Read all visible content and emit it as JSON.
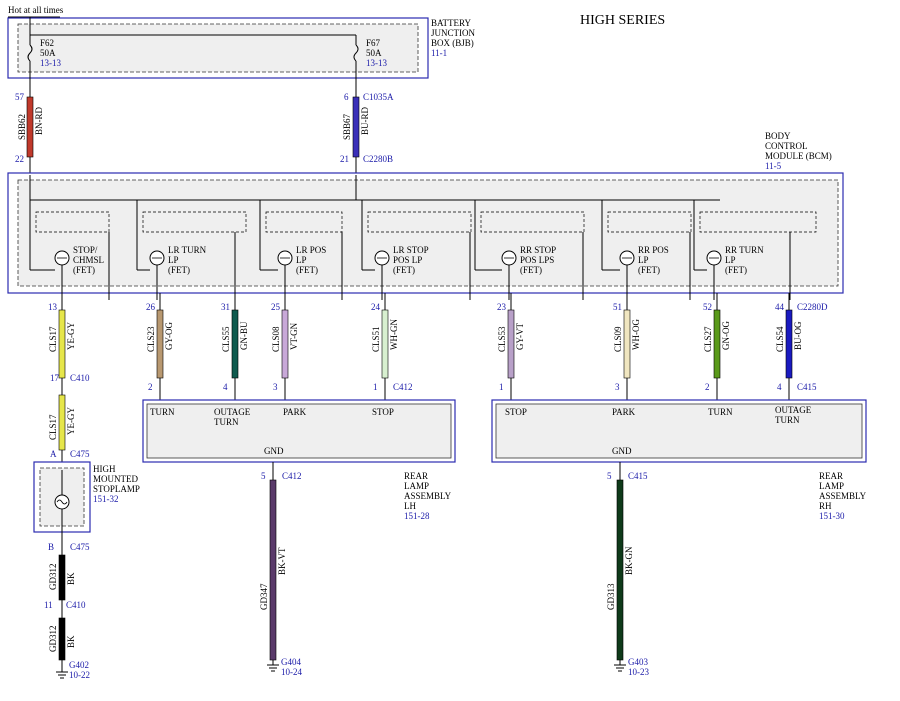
{
  "title": "HIGH SERIES",
  "hot_label": "Hot at all times",
  "bjb": {
    "name": [
      "BATTERY",
      "JUNCTION",
      "BOX (BJB)"
    ],
    "ref": "11-1",
    "fuses": [
      {
        "id": "F62",
        "amps": "50A",
        "ref": "13-13"
      },
      {
        "id": "F67",
        "amps": "50A",
        "ref": "13-13"
      }
    ]
  },
  "feeds": [
    {
      "pin_top": "57",
      "circuit": "SBB62",
      "color": "BN-RD",
      "pin_bottom": "22",
      "conn_top": "",
      "conn_bottom": ""
    },
    {
      "pin_top": "6",
      "circuit": "SBB67",
      "color": "BU-RD",
      "pin_bottom": "21",
      "conn_top": "C1035A",
      "conn_bottom": "C2280B"
    }
  ],
  "bcm": {
    "name": [
      "BODY",
      "CONTROL",
      "MODULE (BCM)"
    ],
    "ref": "11-5",
    "outputs": [
      {
        "lines": [
          "STOP/",
          "CHMSL",
          "(FET)"
        ]
      },
      {
        "lines": [
          "LR TURN",
          "LP",
          "(FET)"
        ]
      },
      {
        "lines": [
          "LR POS",
          "LP",
          "(FET)"
        ]
      },
      {
        "lines": [
          "LR STOP",
          "POS LP",
          "(FET)"
        ]
      },
      {
        "lines": [
          "RR STOP",
          "POS LPS",
          "(FET)"
        ]
      },
      {
        "lines": [
          "RR POS",
          "LP",
          "(FET)"
        ]
      },
      {
        "lines": [
          "RR TURN",
          "LP",
          "(FET)"
        ]
      }
    ]
  },
  "bcm_wires": [
    {
      "pin": "13",
      "circuit": "CLS17",
      "color": "YE-GY",
      "dest_pin": "17",
      "dest_conn": "C410"
    },
    {
      "pin": "26",
      "circuit": "CLS23",
      "color": "GY-OG",
      "dest_pin": "2",
      "dest_conn": ""
    },
    {
      "pin": "31",
      "circuit": "CLS55",
      "color": "GN-BU",
      "dest_pin": "4",
      "dest_conn": ""
    },
    {
      "pin": "25",
      "circuit": "CLS08",
      "color": "VT-GN",
      "dest_pin": "3",
      "dest_conn": ""
    },
    {
      "pin": "24",
      "circuit": "CLS51",
      "color": "WH-GN",
      "dest_pin": "1",
      "dest_conn": "C412"
    },
    {
      "pin": "23",
      "circuit": "CLS53",
      "color": "GY-VT",
      "dest_pin": "1",
      "dest_conn": ""
    },
    {
      "pin": "51",
      "circuit": "CLS09",
      "color": "WH-OG",
      "dest_pin": "3",
      "dest_conn": ""
    },
    {
      "pin": "52",
      "circuit": "CLS27",
      "color": "GN-OG",
      "dest_pin": "2",
      "dest_conn": ""
    },
    {
      "pin": "44",
      "circuit": "CLS54",
      "color": "BU-OG",
      "dest_pin": "4",
      "dest_conn": "C415"
    }
  ],
  "bcm_connector": "C2280D",
  "chmsl_path": {
    "seg2_circuit": "CLS17",
    "seg2_color": "YE-GY",
    "pin_a": "A",
    "conn_a": "C475",
    "lamp_name": [
      "HIGH",
      "MOUNTED",
      "STOPLAMP"
    ],
    "lamp_ref": "151-32",
    "pin_b": "B",
    "conn_b": "C475",
    "gnd1_circuit": "GD312",
    "gnd1_color": "BK",
    "pin_11": "11",
    "conn_11": "C410",
    "gnd2_circuit": "GD312",
    "gnd2_color": "BK",
    "ground": "G402",
    "ground_ref": "10-22"
  },
  "lamp_lh": {
    "terms": [
      "TURN",
      "OUTAGE",
      "TURN",
      "PARK",
      "STOP",
      "GND"
    ],
    "name": [
      "REAR",
      "LAMP",
      "ASSEMBLY",
      "LH"
    ],
    "ref": "151-28",
    "gnd_pin": "5",
    "gnd_conn": "C412",
    "gnd_circuit": "GD347",
    "gnd_color": "BK-VT",
    "ground": "G404",
    "ground_ref": "10-24"
  },
  "lamp_rh": {
    "terms": [
      "STOP",
      "PARK",
      "TURN",
      "OUTAGE",
      "TURN",
      "GND"
    ],
    "name": [
      "REAR",
      "LAMP",
      "ASSEMBLY",
      "RH"
    ],
    "ref": "151-30",
    "gnd_pin": "5",
    "gnd_conn": "C415",
    "gnd_circuit": "GD313",
    "gnd_color": "BK-GN",
    "ground": "G403",
    "ground_ref": "10-23"
  },
  "colors": {
    "box_border": "#2b2bb0",
    "box_fill": "#efefef",
    "BN-RD": "#c0392b",
    "BU-RD": "#3a2fb8",
    "YE-GY": "#e6e64a",
    "GY-OG": "#b89870",
    "GN-BU": "#0f5a4e",
    "VT-GN": "#c8a8d8",
    "WH-GN": "#d8f0d0",
    "GY-VT": "#b8a0c8",
    "WH-OG": "#f0e6c0",
    "GN-OG": "#5a9a1a",
    "BU-OG": "#1a1ac0",
    "BK": "#000000",
    "BK-VT": "#5a3a6a",
    "BK-GN": "#0f3a1a"
  }
}
